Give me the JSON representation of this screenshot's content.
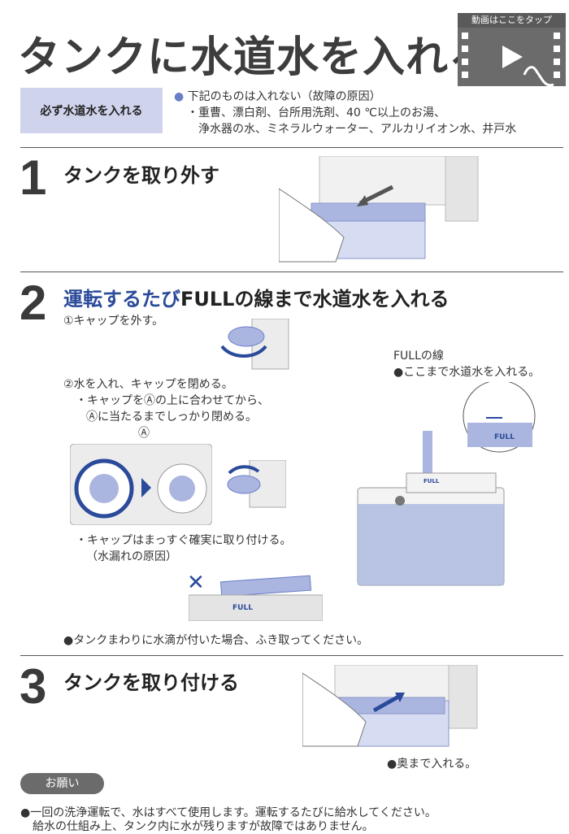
{
  "header": {
    "title": "タンクに水道水を入れる",
    "video_label": "動画はここをタップ"
  },
  "must": {
    "label": "必ず水道水を入れる",
    "note_bullet": "●",
    "note_title": "下記のものは入れない（故障の原因）",
    "note_item_line1": "・重曹、漂白剤、台所用洗剤、40 ℃以上のお湯、",
    "note_item_line2": "浄水器の水、ミネラルウォーター、アルカリイオン水、井戸水"
  },
  "step1": {
    "number": "1",
    "title": "タンクを取り外す"
  },
  "step2": {
    "number": "2",
    "title_blue": "運転するたび",
    "title_rest": "FULLの線まで水道水を入れる",
    "sub1": "①キャップを外す。",
    "sub2": "②水を入れ、キャップを閉める。",
    "sub2_line1": "・キャップをⒶの上に合わせてから、",
    "sub2_line2": "Ⓐに当たるまでしっかり閉める。",
    "marker_a": "Ⓐ",
    "cap_line1": "・キャップはまっすぐ確実に取り付ける。",
    "cap_line2": "（水漏れの原因）",
    "full_line_label": "FULLの線",
    "full_line_note": "●ここまで水道水を入れる。",
    "full_text": "FULL",
    "wipe_note": "●タンクまわりに水滴が付いた場合、ふき取ってください。",
    "x_mark": "✕"
  },
  "step3": {
    "number": "3",
    "title": "タンクを取り付ける",
    "note": "●奥まで入れる。"
  },
  "request": {
    "label": "お願い",
    "line1": "●一回の洗浄運転で、水はすべて使用します。運転するたびに給水してください。",
    "line2": "給水の仕組み上、タンク内に水が残りますが故障ではありません。"
  },
  "colors": {
    "accent_blue": "#2a4a9a",
    "tank_blue": "#aab6e0",
    "box_purple": "#cfd3ec"
  }
}
